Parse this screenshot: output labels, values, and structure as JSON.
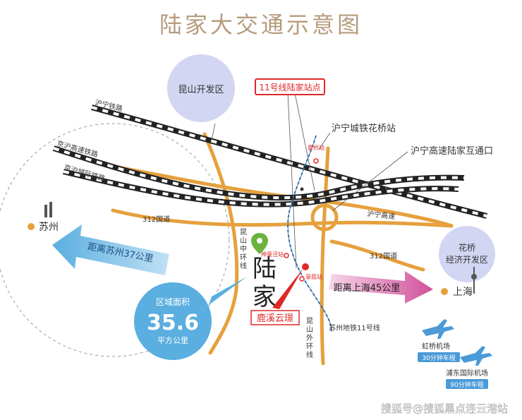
{
  "title": "陆家大交通示意图",
  "zones": {
    "kunshan_dev": "昆山开发区",
    "huaqiao_dev_line1": "花桥",
    "huaqiao_dev_line2": "经济开发区"
  },
  "callouts": {
    "line11_station": "11号线陆家站点",
    "huxiang_station": "沪宁城铁花桥站",
    "interchange": "沪宁高速陆家互通口"
  },
  "roads": {
    "hu_ning_railway": "沪宁铁路",
    "jinghu_hsr": "京沪高速铁路",
    "jinghu_intercity": "京沪城际铁路",
    "g312_west": "312国道",
    "g312_east": "312国道",
    "huning_expressway": "沪宁高速",
    "kunshan_middle_ring": "昆山中环线",
    "kunshan_outer_ring": "昆山外环线",
    "suzhou_metro_11": "苏州地铁11号线"
  },
  "stations": {
    "xiaqiao": "夏桥站",
    "shentongjing": "神童泾站",
    "luheng": "菉葭站"
  },
  "cities": {
    "suzhou": "苏州",
    "shanghai": "上海"
  },
  "distances": {
    "to_suzhou": "距离苏州37公里",
    "to_shanghai": "距离上海45公里"
  },
  "area_badge": {
    "label": "区域面积",
    "value": "35.6",
    "unit": "平方公里"
  },
  "town": {
    "char1": "陆",
    "char2": "家"
  },
  "project_logo": "鹿溪云璟",
  "airports": [
    {
      "name": "虹桥机场",
      "time": "30分钟车程"
    },
    {
      "name": "浦东国际机场",
      "time": "90分钟车程"
    }
  ],
  "watermark": "搜狐号@搜狐黑点连云港站",
  "colors": {
    "title": "#b59c7d",
    "road_orange": "#e6a03c",
    "railway": "#222222",
    "metro_blue": "#3a86c6",
    "callout_red": "#e02828",
    "zone_circle": "#d3d6f2",
    "arrow_blue": "#5aaee0",
    "arrow_pink": "#d0509a",
    "badge_blue": "#5aaee0",
    "plane_blue": "#4a9ad8"
  }
}
